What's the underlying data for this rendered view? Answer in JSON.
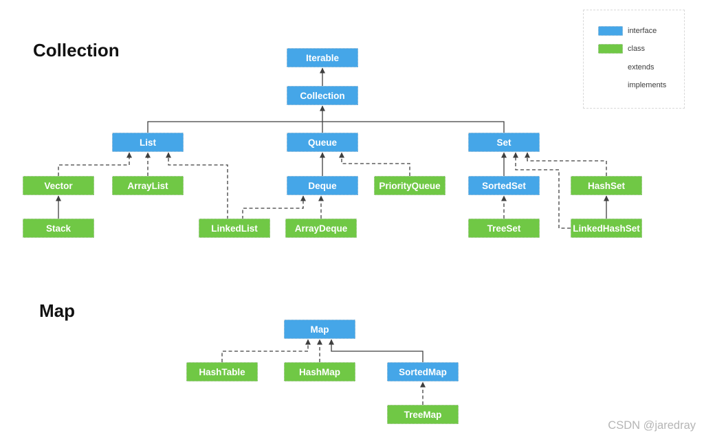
{
  "titles": {
    "collection": "Collection",
    "map": "Map"
  },
  "legend": {
    "interface": "interface",
    "class": "class",
    "extends": "extends",
    "implements": "implements"
  },
  "watermark": "CSDN @jaredray",
  "colors": {
    "interface_fill": "#45a6e8",
    "class_fill": "#70c845",
    "line": "#3f3f3f"
  },
  "nodes": {
    "iterable": {
      "label": "Iterable",
      "type": "interface"
    },
    "collection": {
      "label": "Collection",
      "type": "interface"
    },
    "list": {
      "label": "List",
      "type": "interface"
    },
    "queue": {
      "label": "Queue",
      "type": "interface"
    },
    "set": {
      "label": "Set",
      "type": "interface"
    },
    "vector": {
      "label": "Vector",
      "type": "class"
    },
    "arraylist": {
      "label": "ArrayList",
      "type": "class"
    },
    "deque": {
      "label": "Deque",
      "type": "interface"
    },
    "priorityqueue": {
      "label": "PriorityQueue",
      "type": "class"
    },
    "sortedset": {
      "label": "SortedSet",
      "type": "interface"
    },
    "hashset": {
      "label": "HashSet",
      "type": "class"
    },
    "stack": {
      "label": "Stack",
      "type": "class"
    },
    "linkedlist": {
      "label": "LinkedList",
      "type": "class"
    },
    "arraydeque": {
      "label": "ArrayDeque",
      "type": "class"
    },
    "treeset": {
      "label": "TreeSet",
      "type": "class"
    },
    "linkedhashset": {
      "label": "LinkedHashSet",
      "type": "class"
    },
    "map": {
      "label": "Map",
      "type": "interface"
    },
    "hashtable": {
      "label": "HashTable",
      "type": "class"
    },
    "hashmap": {
      "label": "HashMap",
      "type": "class"
    },
    "sortedmap": {
      "label": "SortedMap",
      "type": "interface"
    },
    "treemap": {
      "label": "TreeMap",
      "type": "class"
    }
  },
  "relations": [
    {
      "from": "Collection",
      "to": "Iterable",
      "type": "extends"
    },
    {
      "from": "List",
      "to": "Collection",
      "type": "extends"
    },
    {
      "from": "Queue",
      "to": "Collection",
      "type": "extends"
    },
    {
      "from": "Set",
      "to": "Collection",
      "type": "extends"
    },
    {
      "from": "Vector",
      "to": "List",
      "type": "implements"
    },
    {
      "from": "ArrayList",
      "to": "List",
      "type": "implements"
    },
    {
      "from": "LinkedList",
      "to": "List",
      "type": "implements"
    },
    {
      "from": "Stack",
      "to": "Vector",
      "type": "extends"
    },
    {
      "from": "Deque",
      "to": "Queue",
      "type": "extends"
    },
    {
      "from": "PriorityQueue",
      "to": "Queue",
      "type": "implements"
    },
    {
      "from": "LinkedList",
      "to": "Deque",
      "type": "implements"
    },
    {
      "from": "ArrayDeque",
      "to": "Deque",
      "type": "implements"
    },
    {
      "from": "SortedSet",
      "to": "Set",
      "type": "extends"
    },
    {
      "from": "HashSet",
      "to": "Set",
      "type": "implements"
    },
    {
      "from": "LinkedHashSet",
      "to": "Set",
      "type": "implements"
    },
    {
      "from": "TreeSet",
      "to": "SortedSet",
      "type": "implements"
    },
    {
      "from": "LinkedHashSet",
      "to": "HashSet",
      "type": "extends"
    },
    {
      "from": "HashTable",
      "to": "Map",
      "type": "implements"
    },
    {
      "from": "HashMap",
      "to": "Map",
      "type": "implements"
    },
    {
      "from": "SortedMap",
      "to": "Map",
      "type": "extends"
    },
    {
      "from": "TreeMap",
      "to": "SortedMap",
      "type": "implements"
    }
  ]
}
